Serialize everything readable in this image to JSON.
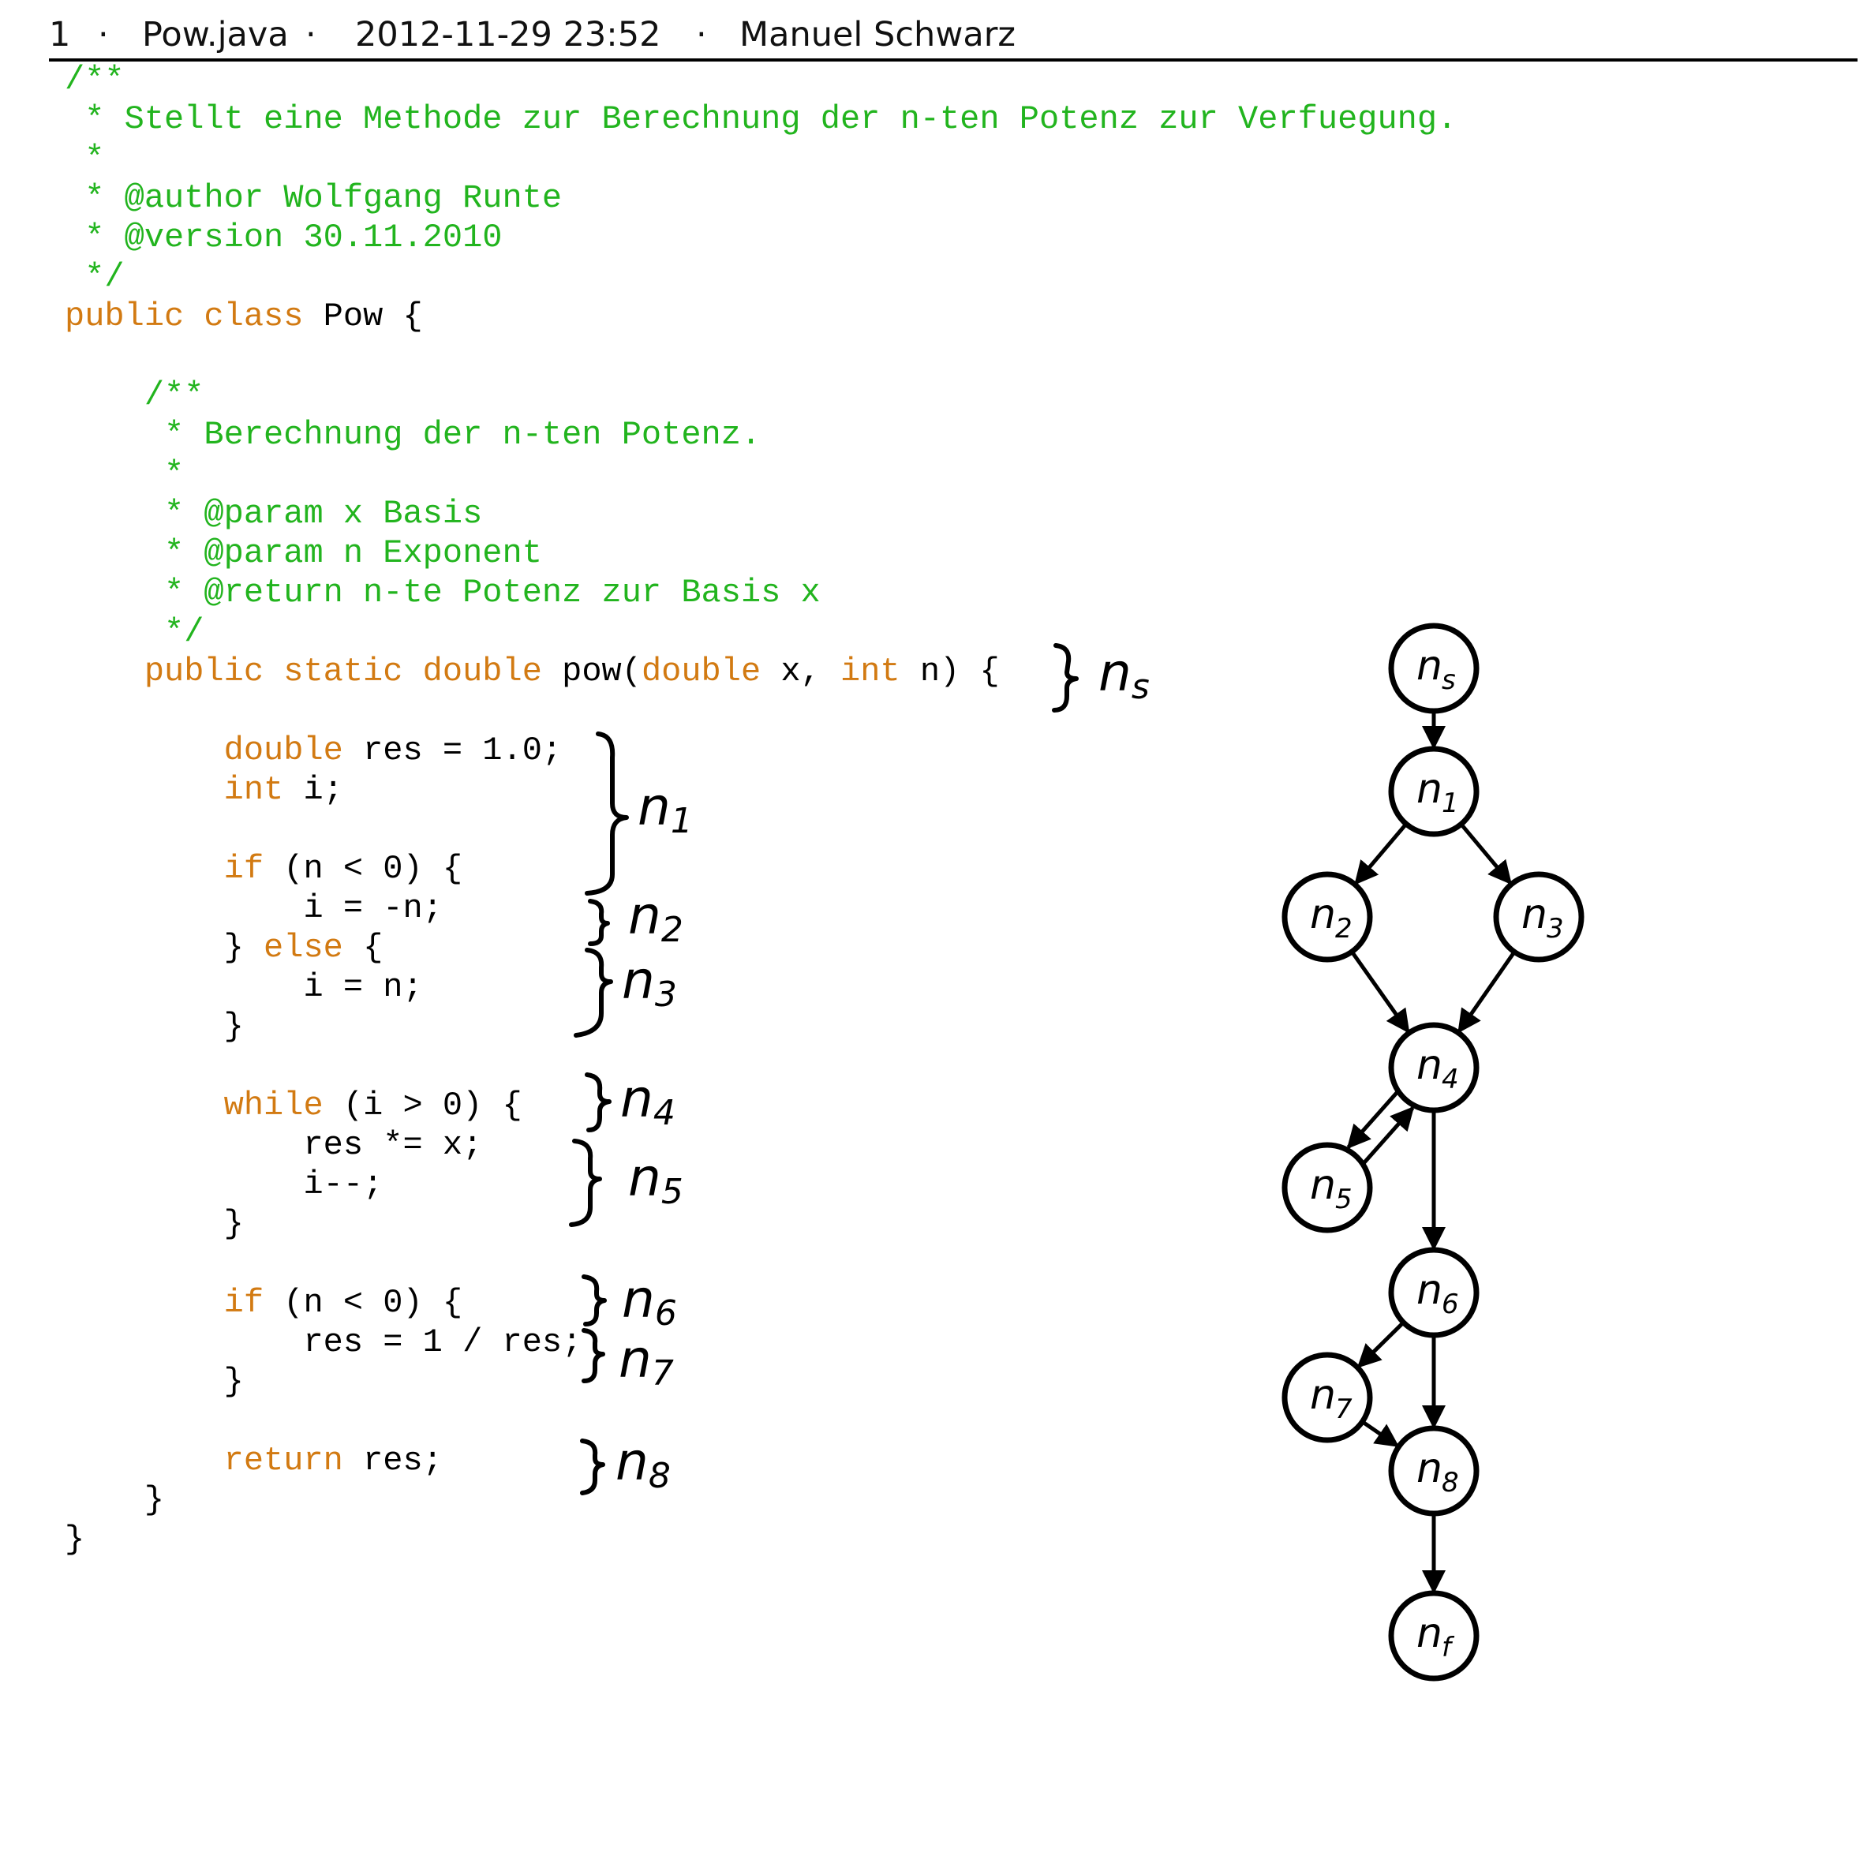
{
  "header": {
    "page": "1",
    "sep1": "·",
    "filename": "Pow.java",
    "sep2": "·",
    "datetime": "2012-11-29 23:52",
    "sep3": "·",
    "author": "Manuel Schwarz"
  },
  "code": {
    "lines": [
      [
        {
          "t": "/**",
          "c": "com"
        }
      ],
      [
        {
          "t": " * Stellt eine Methode zur Berechnung der n-ten Potenz zur Verfuegung.",
          "c": "com"
        }
      ],
      [
        {
          "t": " *",
          "c": "com"
        }
      ],
      [
        {
          "t": " * @author Wolfgang Runte",
          "c": "com"
        }
      ],
      [
        {
          "t": " * @version 30.11.2010",
          "c": "com"
        }
      ],
      [
        {
          "t": " */",
          "c": "com"
        }
      ],
      [
        {
          "t": "public class ",
          "c": "kw"
        },
        {
          "t": "Pow {",
          "c": "pl"
        }
      ],
      [],
      [
        {
          "t": "    /**",
          "c": "com"
        }
      ],
      [
        {
          "t": "     * Berechnung der n-ten Potenz.",
          "c": "com"
        }
      ],
      [
        {
          "t": "     *",
          "c": "com"
        }
      ],
      [
        {
          "t": "     * @param x Basis",
          "c": "com"
        }
      ],
      [
        {
          "t": "     * @param n Exponent",
          "c": "com"
        }
      ],
      [
        {
          "t": "     * @return n-te Potenz zur Basis x",
          "c": "com"
        }
      ],
      [
        {
          "t": "     */",
          "c": "com"
        }
      ],
      [
        {
          "t": "    public static double ",
          "c": "kw"
        },
        {
          "t": "pow(",
          "c": "pl"
        },
        {
          "t": "double",
          "c": "kw"
        },
        {
          "t": " x, ",
          "c": "pl"
        },
        {
          "t": "int",
          "c": "kw"
        },
        {
          "t": " n) {",
          "c": "pl"
        }
      ],
      [],
      [
        {
          "t": "        double ",
          "c": "kw"
        },
        {
          "t": "res = 1.0;",
          "c": "pl"
        }
      ],
      [
        {
          "t": "        int ",
          "c": "kw"
        },
        {
          "t": "i;",
          "c": "pl"
        }
      ],
      [],
      [
        {
          "t": "        if ",
          "c": "kw"
        },
        {
          "t": "(n < 0) {",
          "c": "pl"
        }
      ],
      [
        {
          "t": "            i = -n;",
          "c": "pl"
        }
      ],
      [
        {
          "t": "        } ",
          "c": "pl"
        },
        {
          "t": "else ",
          "c": "kw"
        },
        {
          "t": "{",
          "c": "pl"
        }
      ],
      [
        {
          "t": "            i = n;",
          "c": "pl"
        }
      ],
      [
        {
          "t": "        }",
          "c": "pl"
        }
      ],
      [],
      [
        {
          "t": "        while ",
          "c": "kw"
        },
        {
          "t": "(i > 0) {",
          "c": "pl"
        }
      ],
      [
        {
          "t": "            res *= x;",
          "c": "pl"
        }
      ],
      [
        {
          "t": "            i--;",
          "c": "pl"
        }
      ],
      [
        {
          "t": "        }",
          "c": "pl"
        }
      ],
      [],
      [
        {
          "t": "        if ",
          "c": "kw"
        },
        {
          "t": "(n < 0) {",
          "c": "pl"
        }
      ],
      [
        {
          "t": "            res = 1 / res;",
          "c": "pl"
        }
      ],
      [
        {
          "t": "        }",
          "c": "pl"
        }
      ],
      [],
      [
        {
          "t": "        return ",
          "c": "kw"
        },
        {
          "t": "res;",
          "c": "pl"
        }
      ],
      [
        {
          "t": "    }",
          "c": "pl"
        }
      ],
      [
        {
          "t": "}",
          "c": "pl"
        }
      ]
    ]
  },
  "annotations": [
    {
      "id": "ns",
      "base": "n",
      "sub": "s"
    },
    {
      "id": "n1",
      "base": "n",
      "sub": "1"
    },
    {
      "id": "n2",
      "base": "n",
      "sub": "2"
    },
    {
      "id": "n3",
      "base": "n",
      "sub": "3"
    },
    {
      "id": "n4",
      "base": "n",
      "sub": "4"
    },
    {
      "id": "n5",
      "base": "n",
      "sub": "5"
    },
    {
      "id": "n6",
      "base": "n",
      "sub": "6"
    },
    {
      "id": "n7",
      "base": "n",
      "sub": "7"
    },
    {
      "id": "n8",
      "base": "n",
      "sub": "8"
    }
  ],
  "graph": {
    "nodes": [
      {
        "id": "ns",
        "base": "n",
        "sub": "s"
      },
      {
        "id": "n1",
        "base": "n",
        "sub": "1"
      },
      {
        "id": "n2",
        "base": "n",
        "sub": "2"
      },
      {
        "id": "n3",
        "base": "n",
        "sub": "3"
      },
      {
        "id": "n4",
        "base": "n",
        "sub": "4"
      },
      {
        "id": "n5",
        "base": "n",
        "sub": "5"
      },
      {
        "id": "n6",
        "base": "n",
        "sub": "6"
      },
      {
        "id": "n7",
        "base": "n",
        "sub": "7"
      },
      {
        "id": "n8",
        "base": "n",
        "sub": "8"
      },
      {
        "id": "nf",
        "base": "n",
        "sub": "f"
      }
    ],
    "edges": [
      [
        "ns",
        "n1"
      ],
      [
        "n1",
        "n2"
      ],
      [
        "n1",
        "n3"
      ],
      [
        "n2",
        "n4"
      ],
      [
        "n3",
        "n4"
      ],
      [
        "n4",
        "n5"
      ],
      [
        "n5",
        "n4"
      ],
      [
        "n4",
        "n6"
      ],
      [
        "n6",
        "n7"
      ],
      [
        "n6",
        "n8"
      ],
      [
        "n7",
        "n8"
      ],
      [
        "n8",
        "nf"
      ]
    ]
  },
  "colors": {
    "comment": "#22b41e",
    "keyword": "#d27a12",
    "plain": "#000000"
  }
}
